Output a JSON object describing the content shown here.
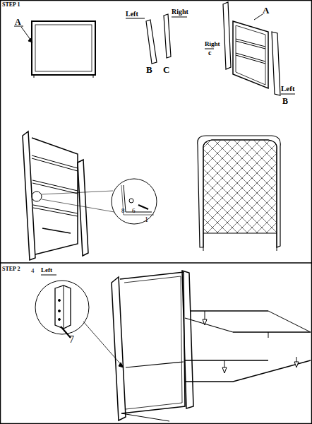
{
  "diagram": {
    "labels": [
      "STEP 1",
      "A",
      "Left",
      "Right",
      "B",
      "C",
      "A",
      "Right",
      "c",
      "Left",
      "B",
      "8",
      "6",
      "1",
      "STEP 2",
      "4",
      "Left",
      "7"
    ]
  }
}
